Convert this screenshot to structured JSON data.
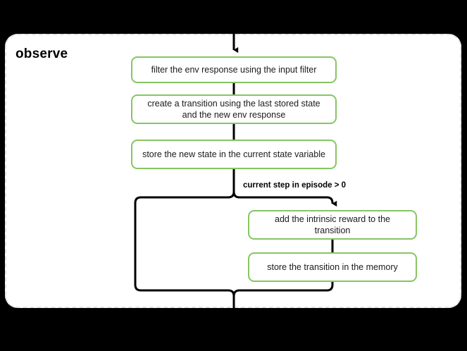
{
  "diagram": {
    "type": "flowchart",
    "title": "observe",
    "background_color": "#000000",
    "panel_color": "#ffffff",
    "node_border_color": "#86c563",
    "connector_color": "#000000",
    "panel_border_style": "dashed",
    "nodes": [
      {
        "id": "filter",
        "label": "filter the env response using the input filter"
      },
      {
        "id": "create",
        "label": "create a transition using the last stored state and the new env response"
      },
      {
        "id": "store-state",
        "label": "store the new state in the current state variable"
      },
      {
        "id": "add-reward",
        "label": "add the intrinsic reward to the transition"
      },
      {
        "id": "store-trans",
        "label": "store the transition in the memory"
      }
    ],
    "edge_labels": [
      {
        "id": "condition",
        "label": "current step in episode > 0"
      }
    ],
    "entry_arrow": "arrow-down-into-filter",
    "exit_arrow": "line-down-out-of-panel"
  }
}
